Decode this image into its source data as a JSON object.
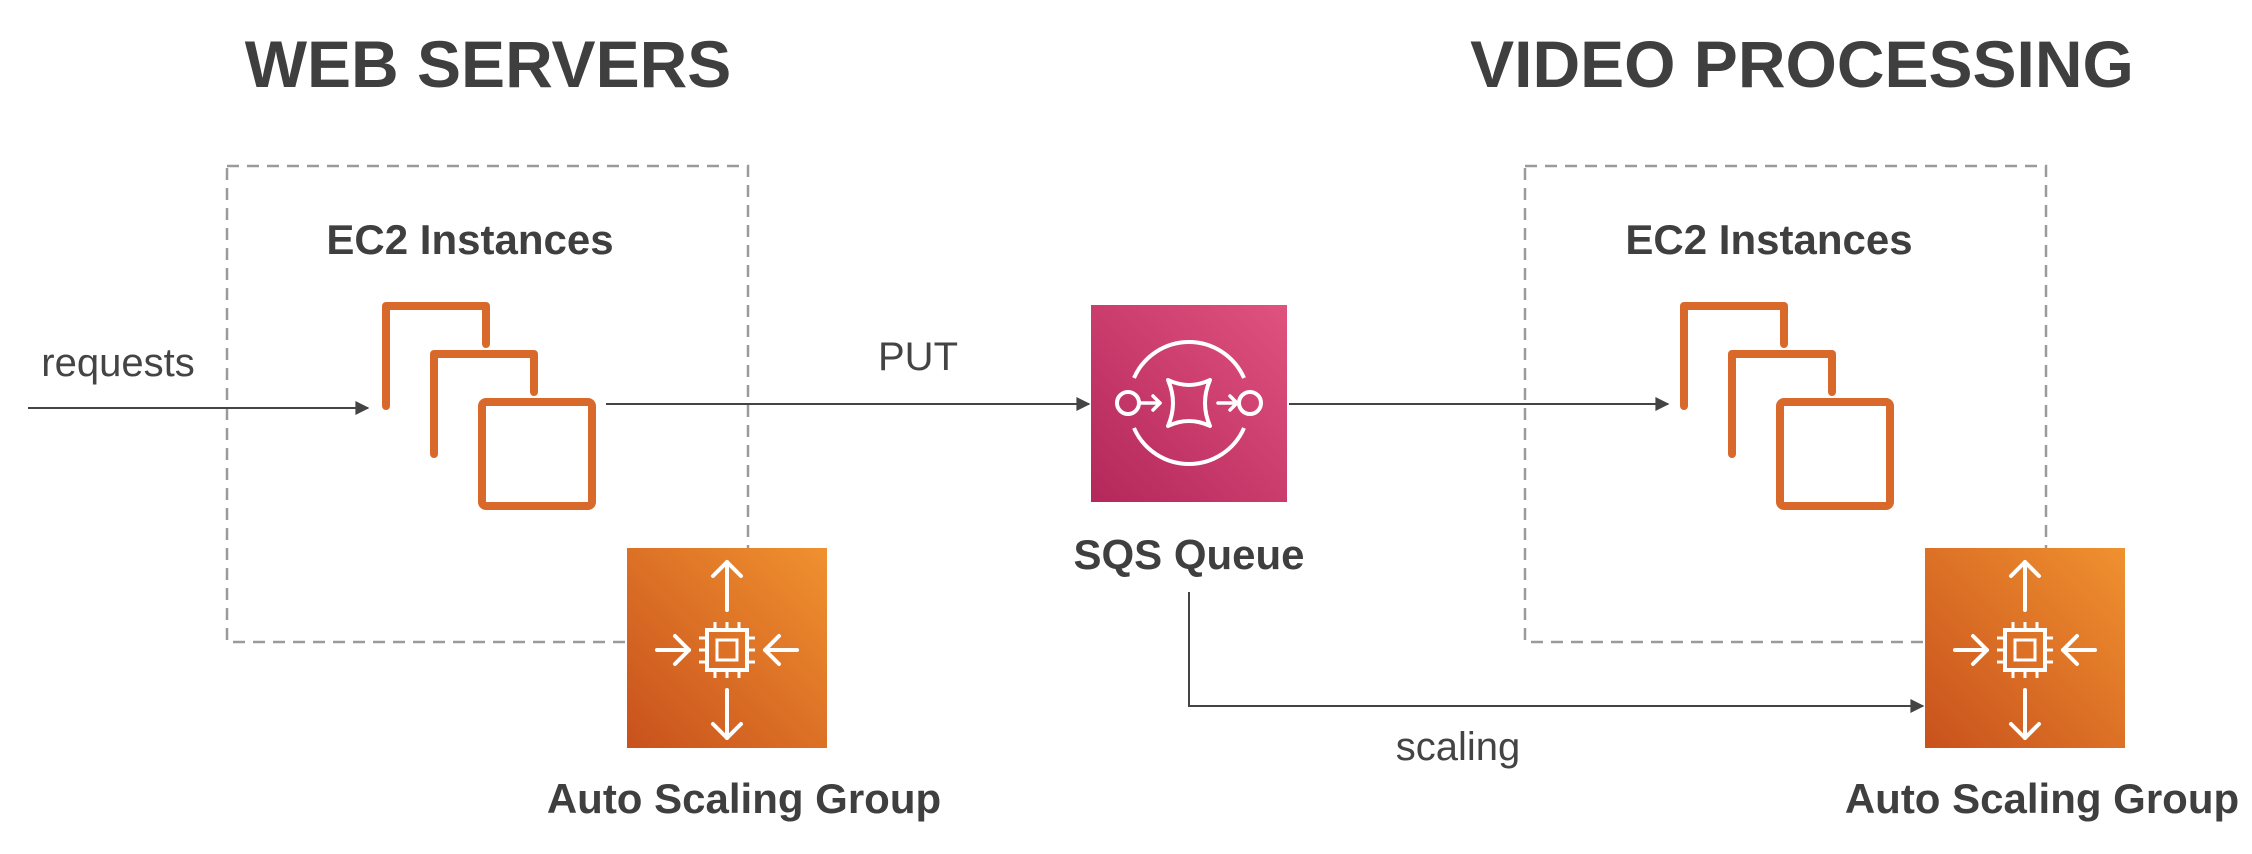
{
  "titles": {
    "web_servers": "WEB SERVERS",
    "video_processing": "VIDEO PROCESSING"
  },
  "left_group": {
    "instances_label": "EC2 Instances",
    "asg_label": "Auto Scaling Group"
  },
  "right_group": {
    "instances_label": "EC2 Instances",
    "asg_label": "Auto Scaling Group"
  },
  "queue": {
    "label": "SQS Queue"
  },
  "edges": {
    "requests": "requests",
    "put": "PUT",
    "scaling": "scaling"
  },
  "colors": {
    "ec2_orange": "#d9692a",
    "asg_gradient_top": "#f0912f",
    "asg_gradient_bottom": "#c8511d",
    "sqs_gradient_top": "#e0527f",
    "sqs_gradient_bottom": "#b3275a",
    "text": "#3f3f3f",
    "line": "#444444",
    "dashed_border": "#9a9a9a"
  },
  "icons": {
    "ec2": "ec2-instances-icon",
    "asg": "auto-scaling-group-icon",
    "sqs": "sqs-queue-icon"
  }
}
